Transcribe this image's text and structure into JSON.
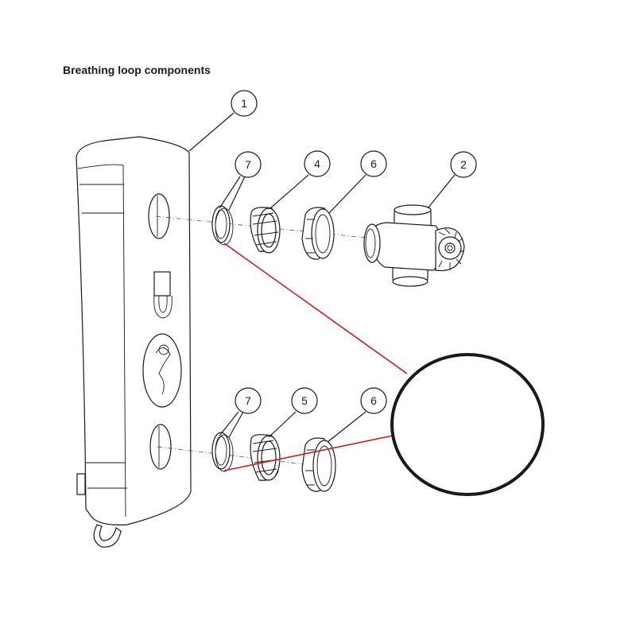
{
  "title": "Breathing loop components",
  "callouts": [
    {
      "id": "c1",
      "label": "1"
    },
    {
      "id": "c7a",
      "label": "7"
    },
    {
      "id": "c4",
      "label": "4"
    },
    {
      "id": "c6a",
      "label": "6"
    },
    {
      "id": "c2",
      "label": "2"
    },
    {
      "id": "c7b",
      "label": "7"
    },
    {
      "id": "c5",
      "label": "5"
    },
    {
      "id": "c6b",
      "label": "6"
    }
  ],
  "colors": {
    "line": "#1a1a1a",
    "highlight": "#d11a1a"
  }
}
